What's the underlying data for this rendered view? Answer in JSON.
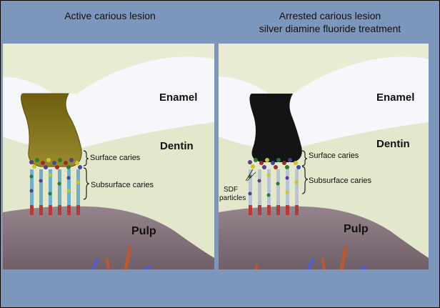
{
  "left_panel": {
    "title": "Active carious lesion",
    "enamel": "Enamel",
    "dentin": "Dentin",
    "surface": "Surface caries",
    "subsurface": "Subsurface caries",
    "pulp": "Pulp"
  },
  "right_panel": {
    "title_line1": "Arrested carious lesion",
    "title_line2": "silver diamine fluoride treatment",
    "enamel": "Enamel",
    "dentin": "Dentin",
    "surface": "Surface caries",
    "subsurface": "Subsurface caries",
    "sdf_line1": "SDF",
    "sdf_line2": "particles",
    "pulp": "Pulp"
  },
  "colors": {
    "background": "#7d96bc",
    "enamel": "#f7f8fb",
    "dentin": "#e2e6c9",
    "pulp": "#8a7780",
    "active_lesion": "#8a7a1c",
    "arrested_lesion": "#141414"
  }
}
